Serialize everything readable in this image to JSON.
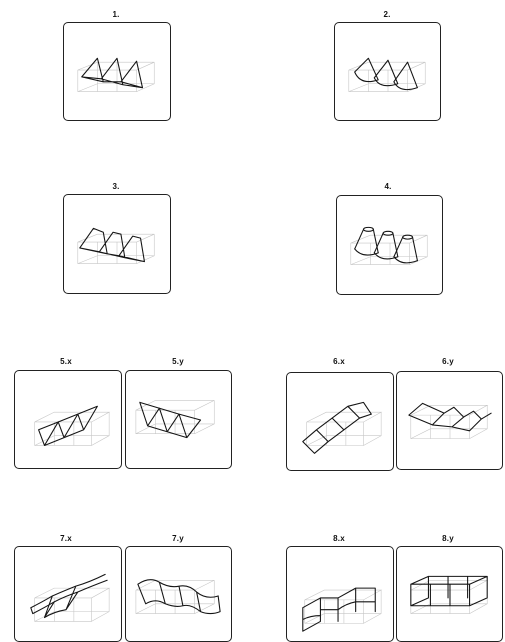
{
  "figures": {
    "f1": {
      "label": "1."
    },
    "f2": {
      "label": "2."
    },
    "f3": {
      "label": "3."
    },
    "f4": {
      "label": "4."
    },
    "f5x": {
      "label": "5.x"
    },
    "f5y": {
      "label": "5.y"
    },
    "f6x": {
      "label": "6.x"
    },
    "f6y": {
      "label": "6.y"
    },
    "f7x": {
      "label": "7.x"
    },
    "f7y": {
      "label": "7.y"
    },
    "f8x": {
      "label": "8.x"
    },
    "f8y": {
      "label": "8.y"
    }
  }
}
